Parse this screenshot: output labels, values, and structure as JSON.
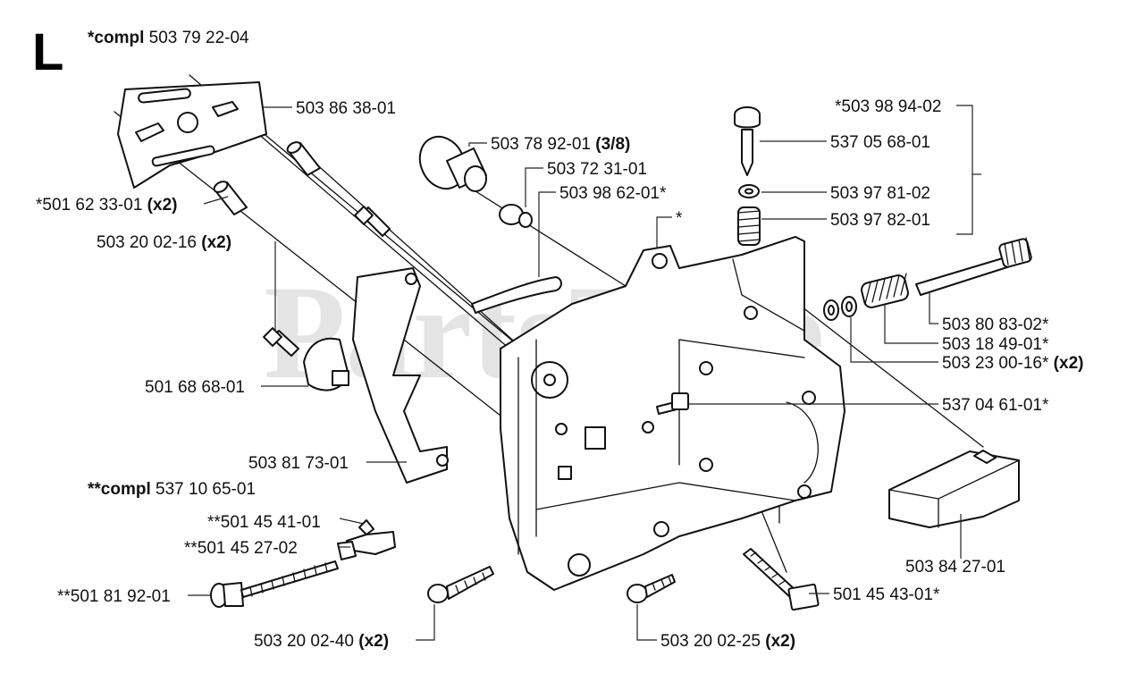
{
  "section_letter": "L",
  "assembly": {
    "prefix": "*compl",
    "number": "503 79 22-04"
  },
  "sub_assembly": {
    "prefix": "**compl",
    "number": "537 10 65-01"
  },
  "watermark": {
    "text": "PartsTree",
    "tm": "TM"
  },
  "callouts": [
    {
      "id": "c1",
      "text": "503 86 38-01",
      "suffix": ""
    },
    {
      "id": "c2",
      "text": "503 78 92-01 ",
      "suffix": "(3/8)"
    },
    {
      "id": "c3",
      "text": "503 72 31-01",
      "suffix": ""
    },
    {
      "id": "c4",
      "text": "503 98 62-01*",
      "suffix": ""
    },
    {
      "id": "c5",
      "text": "*501 62 33-01 ",
      "suffix": "(x2)"
    },
    {
      "id": "c6",
      "text": "503 20 02-16 ",
      "suffix": "(x2)"
    },
    {
      "id": "c7",
      "text": "*",
      "suffix": ""
    },
    {
      "id": "c8",
      "text": "*503 98 94-02",
      "suffix": ""
    },
    {
      "id": "c9",
      "text": "537 05 68-01",
      "suffix": ""
    },
    {
      "id": "c10",
      "text": "503 97 81-02",
      "suffix": ""
    },
    {
      "id": "c11",
      "text": "503 97 82-01",
      "suffix": ""
    },
    {
      "id": "c12",
      "text": "503 80 83-02*",
      "suffix": ""
    },
    {
      "id": "c13",
      "text": "503 18 49-01*",
      "suffix": ""
    },
    {
      "id": "c14",
      "text": "503 23 00-16* ",
      "suffix": "(x2)"
    },
    {
      "id": "c15",
      "text": "501 68 68-01",
      "suffix": ""
    },
    {
      "id": "c16",
      "text": "537 04 61-01*",
      "suffix": ""
    },
    {
      "id": "c17",
      "text": "503 81 73-01",
      "suffix": ""
    },
    {
      "id": "c18",
      "text": "**501 45 41-01",
      "suffix": ""
    },
    {
      "id": "c19",
      "text": "**501 45 27-02",
      "suffix": ""
    },
    {
      "id": "c20",
      "text": "**501 81 92-01",
      "suffix": ""
    },
    {
      "id": "c21",
      "text": "503 84 27-01",
      "suffix": ""
    },
    {
      "id": "c22",
      "text": "501 45 43-01*",
      "suffix": ""
    },
    {
      "id": "c23",
      "text": "503 20 02-40 ",
      "suffix": "(x2)"
    },
    {
      "id": "c24",
      "text": "503 20 02-25 ",
      "suffix": "(x2)"
    }
  ]
}
